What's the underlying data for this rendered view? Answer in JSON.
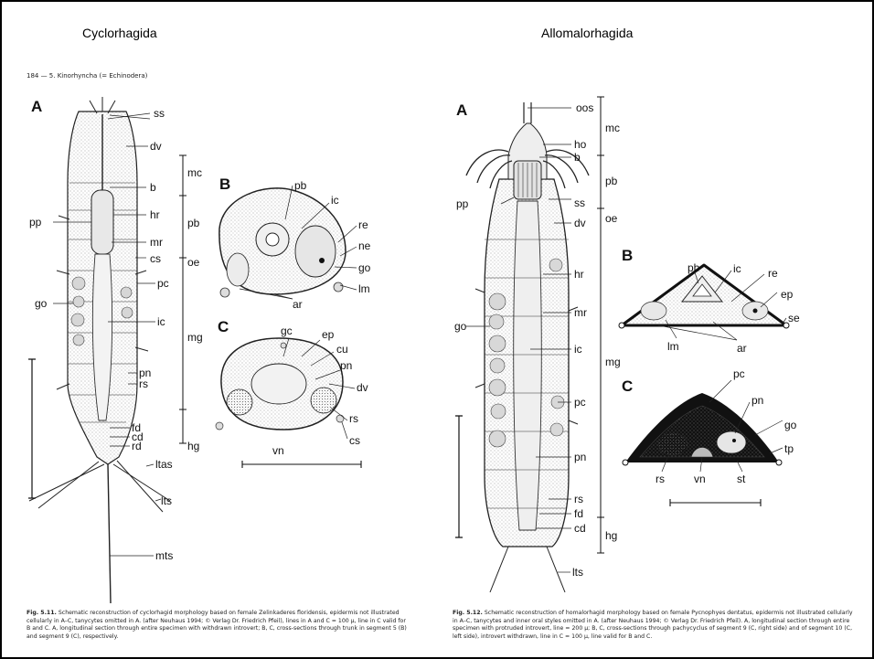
{
  "titles": {
    "left": "Cyclorhagida",
    "right": "Allomalorhagida"
  },
  "left": {
    "header": "184 — 5. Kinorhyncha (= Echinodera)",
    "panel_letters": {
      "A": "A",
      "B": "B",
      "C": "C"
    },
    "labels_A": {
      "ss": "ss",
      "dv": "dv",
      "mc": "mc",
      "b": "b",
      "pb": "pb",
      "pp": "pp",
      "hr": "hr",
      "mr": "mr",
      "cs": "cs",
      "oe": "oe",
      "pc": "pc",
      "go": "go",
      "ic": "ic",
      "mg": "mg",
      "pn": "pn",
      "rs": "rs",
      "fd": "fd",
      "cd": "cd",
      "rd": "rd",
      "hg": "hg",
      "ltas": "ltas",
      "lts": "lts",
      "mts": "mts"
    },
    "labels_B": {
      "pb": "pb",
      "ic": "ic",
      "re": "re",
      "ne": "ne",
      "go": "go",
      "lm": "lm",
      "ar": "ar"
    },
    "labels_C": {
      "gc": "gc",
      "ep": "ep",
      "cu": "cu",
      "pn": "pn",
      "dv": "dv",
      "rs": "rs",
      "cs": "cs",
      "vn": "vn"
    },
    "caption_lead": "Fig. 5.11.",
    "caption": "Schematic reconstruction of cyclorhagid morphology based on female Zelinkaderes floridensis, epidermis not illustrated cellularly in A–C, tanycytes omitted in A. (after Neuhaus 1994; © Verlag Dr. Friedrich Pfeil), lines in A and C = 100 µ, line in C valid for B and C. A, longitudinal section through entire specimen with withdrawn introvert; B, C, cross-sections through trunk in segment 5 (B) and segment 9 (C), respectively."
  },
  "right": {
    "panel_letters": {
      "A": "A",
      "B": "B",
      "C": "C"
    },
    "labels_A": {
      "oos": "oos",
      "mc": "mc",
      "ho": "ho",
      "b": "b",
      "pb": "pb",
      "pp": "pp",
      "ss": "ss",
      "dv": "dv",
      "oe": "oe",
      "hr": "hr",
      "go": "go",
      "mr": "mr",
      "ic": "ic",
      "mg": "mg",
      "pc": "pc",
      "pn": "pn",
      "rs": "rs",
      "fd": "fd",
      "cd": "cd",
      "hg": "hg",
      "lts": "lts"
    },
    "labels_B": {
      "pb": "pb",
      "ic": "ic",
      "re": "re",
      "ep": "ep",
      "se": "se",
      "lm": "lm",
      "ar": "ar"
    },
    "labels_C": {
      "pc": "pc",
      "pn": "pn",
      "go": "go",
      "tp": "tp",
      "rs": "rs",
      "vn": "vn",
      "st": "st"
    },
    "caption_lead": "Fig. 5.12.",
    "caption": "Schematic reconstruction of homalorhagid morphology based on female Pycnophyes dentatus, epidermis not illustrated cellularly in A–C, tanycytes and inner oral styles omitted in A. (after Neuhaus 1994; © Verlag Dr. Friedrich Pfeil). A, longitudinal section through entire specimen with protruded introvert, line = 200 µ; B, C, cross-sections through pachycyclus of segment 9 (C, right side) and of segment 10 (C, left side), introvert withdrawn, line in C = 100 µ, line valid for B and C."
  }
}
